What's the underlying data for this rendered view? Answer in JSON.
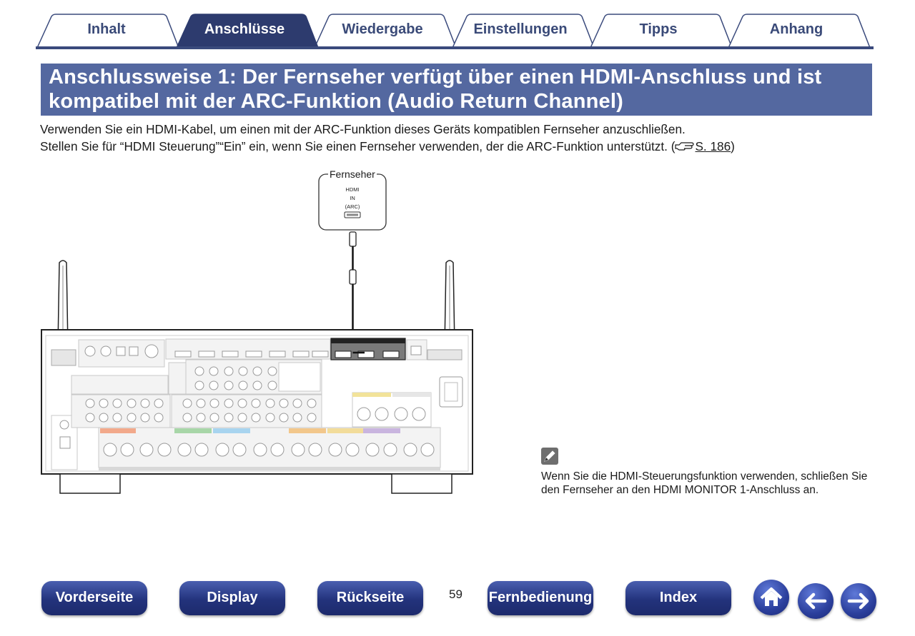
{
  "tabs": [
    {
      "label": "Inhalt",
      "active": false
    },
    {
      "label": "Anschlüsse",
      "active": true
    },
    {
      "label": "Wiedergabe",
      "active": false
    },
    {
      "label": "Einstellungen",
      "active": false
    },
    {
      "label": "Tipps",
      "active": false
    },
    {
      "label": "Anhang",
      "active": false
    }
  ],
  "heading": "Anschlussweise 1: Der Fernseher verfügt über einen HDMI-Anschluss und ist kompatibel mit der ARC-Funktion (Audio Return Channel)",
  "intro": {
    "line1": "Verwenden Sie ein HDMI-Kabel, um einen mit der ARC-Funktion dieses Geräts kompatiblen Fernseher anzuschließen.",
    "line2": "Stellen Sie für “HDMI Steuerung”“Ein” ein, wenn Sie einen Fernseher verwenden, der die ARC-Funktion unterstützt.",
    "ref_open": "(",
    "ref_icon": "pointing-hand-icon",
    "ref_link": "S. 186",
    "ref_close": ")"
  },
  "diagram": {
    "tv_label": "Fernseher",
    "tv_port_line1": "HDMI",
    "tv_port_line2": "IN",
    "tv_port_line3": "(ARC)"
  },
  "note": {
    "icon": "pencil-icon",
    "text": "Wenn Sie die HDMI-Steuerungsfunktion verwenden, schließen Sie den Fernseher an den HDMI MONITOR 1-Anschluss an."
  },
  "nav": {
    "front": "Vorderseite",
    "display": "Display",
    "back": "Rückseite",
    "page": "59",
    "remote": "Fernbedienung",
    "index": "Index",
    "home_icon": "home-icon",
    "prev_icon": "arrow-left-icon",
    "next_icon": "arrow-right-icon"
  },
  "colors": {
    "tab_active": "#2d3b6e",
    "tab_border": "#3a4a7c",
    "heading_bg": "#5468a0",
    "nav_button": "#23337c"
  }
}
